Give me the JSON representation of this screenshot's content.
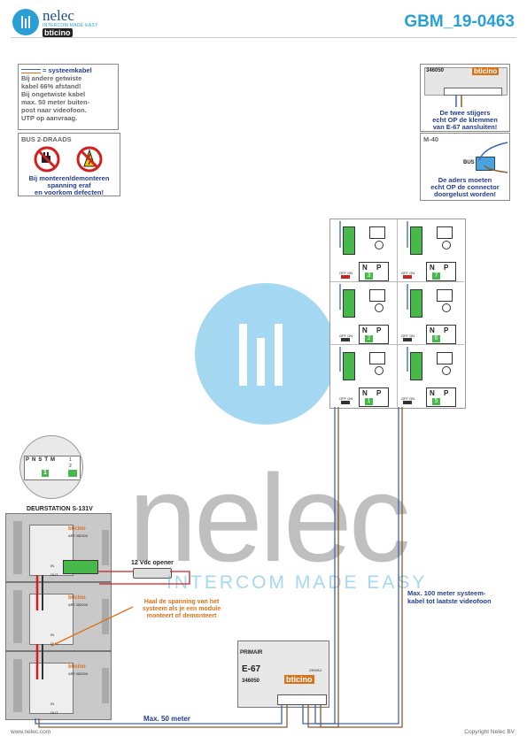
{
  "header": {
    "brand": "nelec",
    "brand_tagline": "INTERCOM MADE EASY",
    "brand_partner": "bticino",
    "doc_code": "GBM_19-0463"
  },
  "legend_box": {
    "line1": "= systeemkabel",
    "lines": [
      "Bij andere getwiste",
      "kabel 66% afstand!",
      "Bij ongetwiste kabel",
      "max. 50 meter buiten-",
      "post naar videofoon.",
      "UTP op aanvraag."
    ]
  },
  "bus_box": {
    "title": "BUS 2-DRAADS",
    "warning_lines": [
      "Bij monteren/demonteren",
      "spanning eraf",
      "en voorkom defecten!"
    ]
  },
  "top_right_box": {
    "part_number": "346050",
    "partner": "bticino",
    "note_lines": [
      "De twee stijgers",
      "echt OP de klemmen",
      "van E-67 aansluiten!"
    ]
  },
  "m40_box": {
    "title": "M-40",
    "bus_label": "BUS",
    "note_lines": [
      "De aders moeten",
      "echt OP de connector",
      "doorgelust worden!"
    ]
  },
  "door_station": {
    "title": "DEURSTATION S-131V",
    "switch_labels": [
      "P",
      "N",
      "S",
      "T",
      "M",
      "1",
      "2"
    ],
    "module_codes": [
      "ART.352300",
      "ART.352000",
      "ART.352000"
    ],
    "partner": "bticino",
    "terminal_in": "IN",
    "terminal_out": "OUT",
    "highlight_value": "1"
  },
  "opener": {
    "label": "12 Vdc opener"
  },
  "voltage_note": {
    "lines": [
      "Haal de spanning van het",
      "systeem als je een module",
      "monteert of demonteert"
    ]
  },
  "monitors": [
    {
      "number": "3",
      "n": "N",
      "p": "P",
      "switch": "OFF ON",
      "red": true
    },
    {
      "number": "7",
      "n": "N",
      "p": "P",
      "switch": "OFF ON",
      "red": true
    },
    {
      "number": "2",
      "n": "N",
      "p": "P",
      "switch": "OFF ON",
      "red": false
    },
    {
      "number": "6",
      "n": "N",
      "p": "P",
      "switch": "OFF ON",
      "red": false
    },
    {
      "number": "1",
      "n": "N",
      "p": "P",
      "switch": "OFF ON",
      "red": false
    },
    {
      "number": "5",
      "n": "N",
      "p": "P",
      "switch": "OFF ON",
      "red": false
    }
  ],
  "power_supply": {
    "primary": "PRIMAIR",
    "model": "E-67",
    "part_number": "346050",
    "partner": "bticino",
    "spec": "230VAC"
  },
  "cable_notes": {
    "max_system": [
      "Max. 100 meter systeem-",
      "kabel tot laatste videofoon"
    ],
    "max_50": "Max. 50 meter"
  },
  "footer": {
    "website": "www.nelec.com",
    "copyright": "Copyright Nelec BV"
  },
  "watermark": {
    "word": "nelec",
    "tagline": "INTERCOM MADE EASY"
  },
  "colors": {
    "accent_blue": "#2a9fd6",
    "navy": "#243d8f",
    "cable_blue": "#3a63b8",
    "cable_brown": "#8a5a2b",
    "orange": "#d9731a",
    "red": "#d21f1f",
    "green": "#47b84a"
  }
}
